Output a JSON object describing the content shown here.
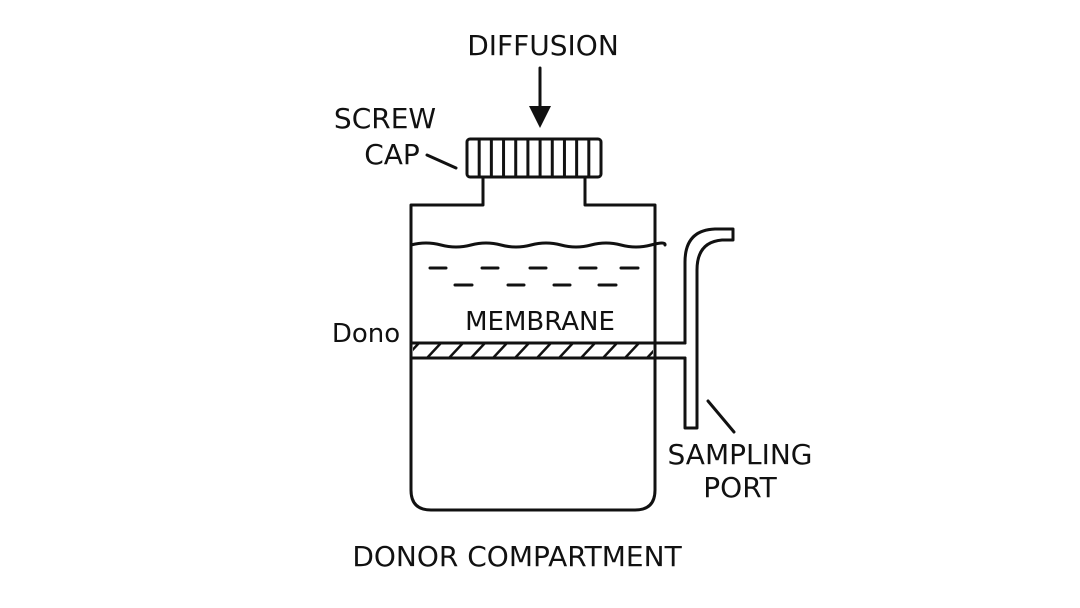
{
  "labels": {
    "diffusion": "DIFFUSION",
    "screw": "SCREW",
    "cap": "CAP",
    "dono": "Dono",
    "membrane": "MEMBRANE",
    "sampling": "SAMPLING",
    "port": "PORT",
    "donor_compartment": "DONOR COMPARTMENT"
  },
  "colors": {
    "ink": "#111111",
    "background": "#ffffff"
  }
}
